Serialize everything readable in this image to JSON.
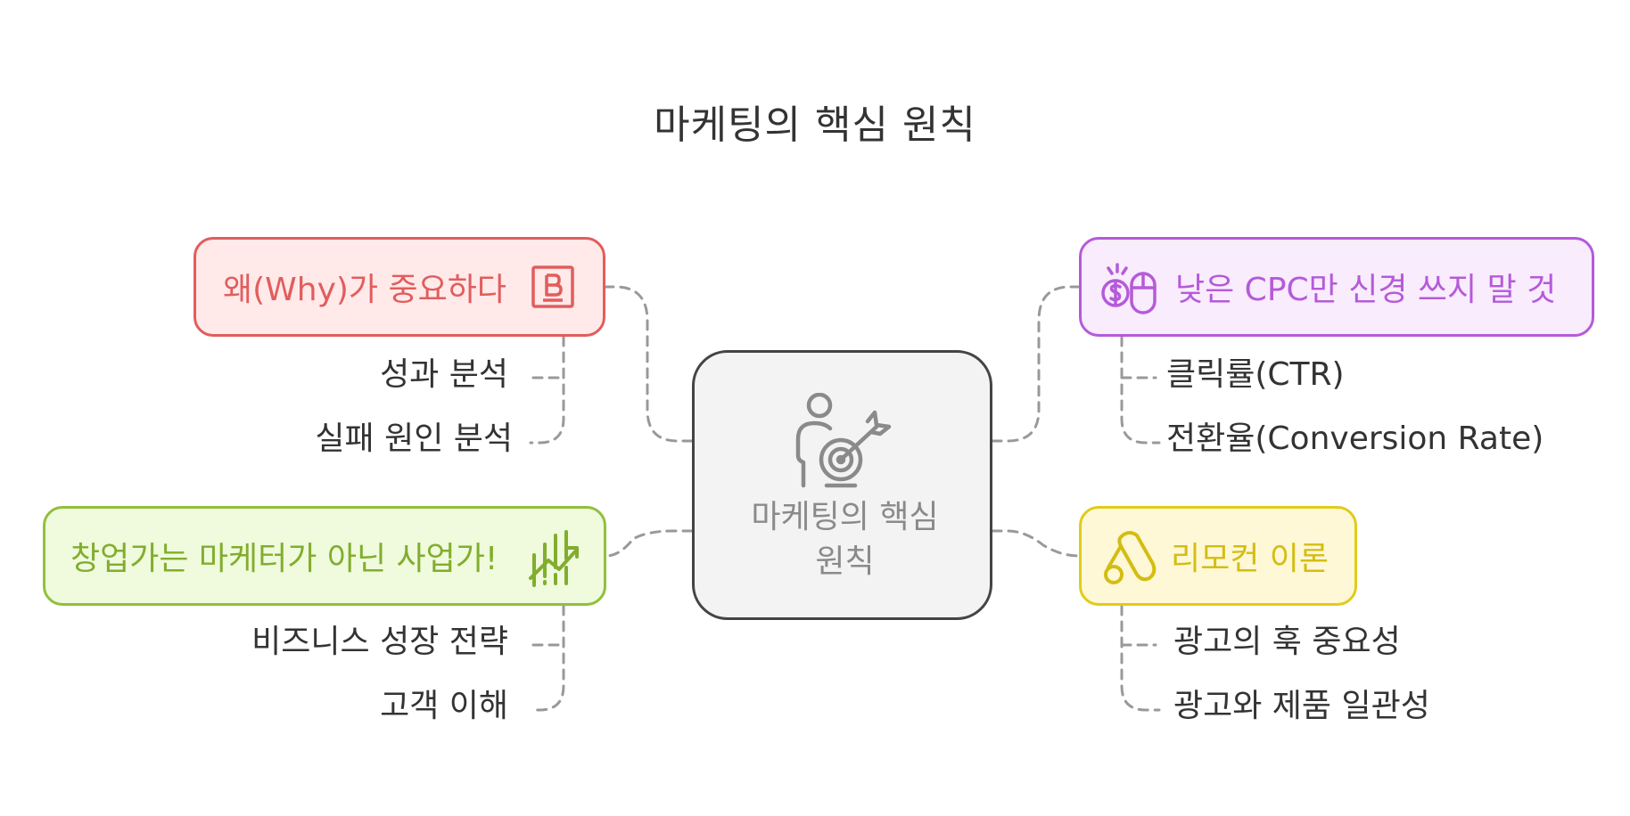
{
  "title": "마케팅의 핵심 원칙",
  "center": {
    "label_line1": "마케팅의 핵심",
    "label_line2": "원칙",
    "icon": "target-person-icon"
  },
  "nodes": {
    "why": {
      "label": "왜(Why)가 중요하다",
      "icon": "b-badge-icon",
      "color": "#e15d5d",
      "children": [
        "성과 분석",
        "실패 원인 분석"
      ]
    },
    "cpc": {
      "label": "낮은 CPC만 신경 쓰지 말 것",
      "icon": "money-mouse-icon",
      "color": "#b55ad9",
      "children": [
        "클릭률(CTR)",
        "전환율(Conversion Rate)"
      ]
    },
    "biz": {
      "label": "창업가는 마케터가 아닌 사업가!",
      "icon": "growth-chart-icon",
      "color": "#92bf3e",
      "children": [
        "비즈니스 성장 전략",
        "고객 이해"
      ]
    },
    "remo": {
      "label": "리모컨 이론",
      "icon": "ads-logo-icon",
      "color": "#e0cc1a",
      "children": [
        "광고의 훅 중요성",
        "광고와 제품 일관성"
      ]
    }
  }
}
